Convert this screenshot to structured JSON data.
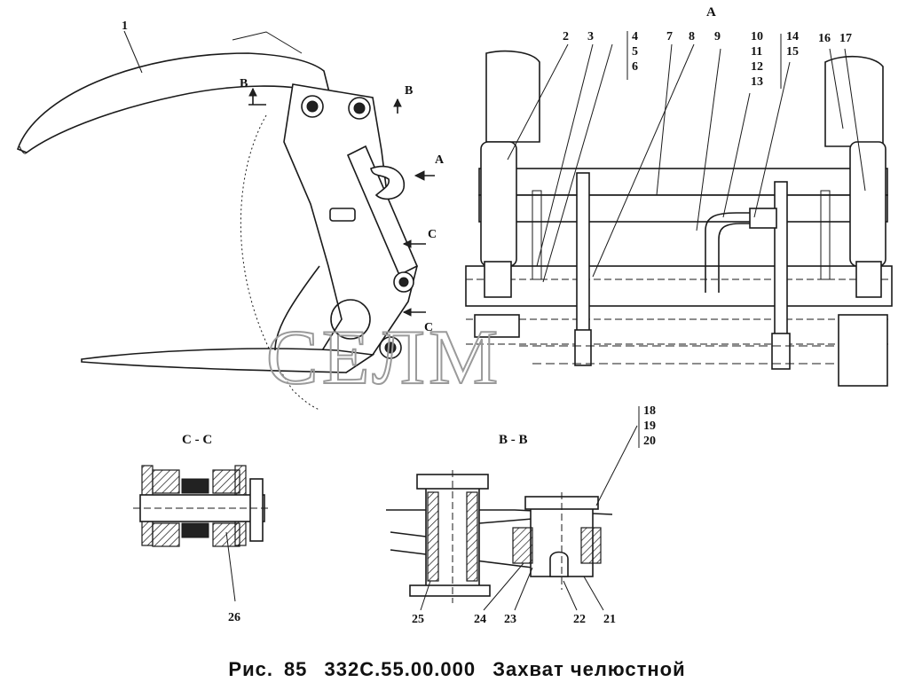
{
  "watermark": "СЕЛМ",
  "caption": {
    "prefix": "Рис.",
    "number": "85",
    "code": "332С.55.00.000",
    "title": "Захват челюстной"
  },
  "views": {
    "a": "А",
    "bb": "В - В",
    "cc": "С - С"
  },
  "markers": {
    "b": "В",
    "c": "С",
    "a": "А"
  },
  "callouts": [
    "1",
    "2",
    "3",
    "4",
    "5",
    "6",
    "7",
    "8",
    "9",
    "10",
    "11",
    "12",
    "13",
    "14",
    "15",
    "16",
    "17",
    "18",
    "19",
    "20",
    "21",
    "22",
    "23",
    "24",
    "25",
    "26"
  ]
}
